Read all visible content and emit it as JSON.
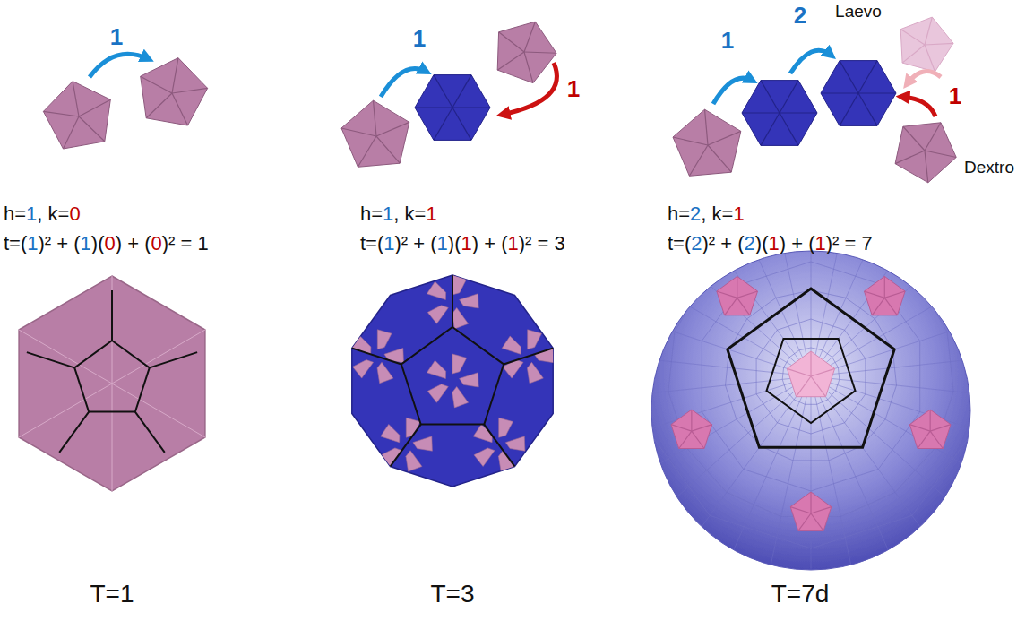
{
  "diagram": {
    "labels": [
      "1",
      "1",
      "1",
      "Laevo",
      "1",
      "2",
      "1",
      "Dextro",
      "h=1, k=0",
      "t=(1)² + (1)(0) + (0)² = 1",
      "h=1, k=1",
      "t=(1)² + (1)(1) + (1)² = 3",
      "h=2, k=1",
      "t=(2)² + (2)(1) + (1)² = 7",
      "T=1",
      "T=3",
      "T=7d"
    ]
  }
}
